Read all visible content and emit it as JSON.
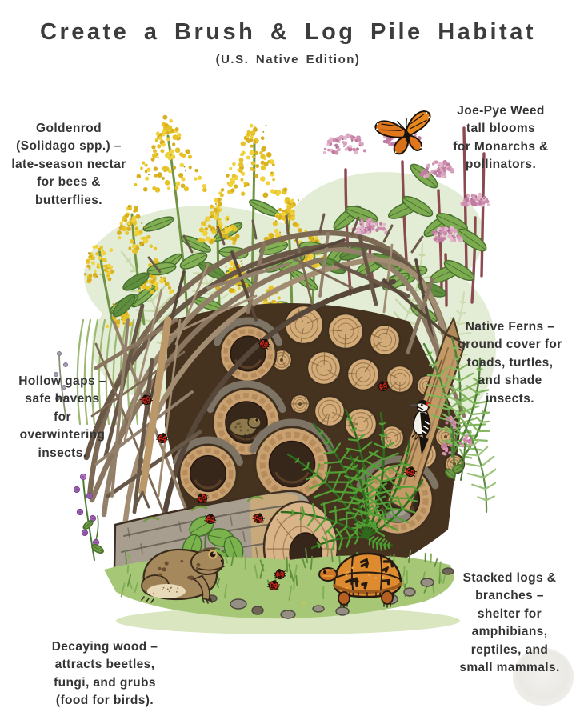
{
  "page": {
    "background": "#ffffff",
    "text_color": "#3a3a3a"
  },
  "header": {
    "title": "Create a Brush & Log Pile Habitat",
    "subtitle": "(U.S. Native Edition)"
  },
  "annotations": {
    "goldenrod": "Goldenrod\n(Solidago spp.) –\nlate-season nectar\nfor bees &\nbutterflies.",
    "joe_pye_weed": "Joe-Pye Weed\ntall blooms\nfor Monarchs &\npollinators.",
    "native_ferns": "Native Ferns –\nground cover for\ntoads, turtles,\nand shade\ninsects.",
    "hollow_gaps": "Hollow gaps –\nsafe havens\nfor\noverwintering\ninsects.",
    "stacked_logs": "Stacked logs &\nbranches –\nshelter for\namphibians,\nreptiles, and\nsmall mammals.",
    "decaying_wood": "Decaying wood –\nattracts beetles,\nfungi, and grubs\n(food for birds)."
  },
  "scene": {
    "elements": [
      {
        "name": "goldenrod-plant",
        "color": "#e6c328"
      },
      {
        "name": "joe-pye-weed-plant",
        "color": "#cd8db0"
      },
      {
        "name": "monarch-butterfly",
        "color": "#e0771c"
      },
      {
        "name": "brush-twig-dome",
        "color": "#7d6a55"
      },
      {
        "name": "stacked-log-ends",
        "color": "#d3ac7a"
      },
      {
        "name": "hollow-logs",
        "color": "#37271a"
      },
      {
        "name": "downy-woodpecker",
        "color": "#cf2b24"
      },
      {
        "name": "native-ferns",
        "color": "#52a035"
      },
      {
        "name": "american-toads",
        "color": "#a5885c"
      },
      {
        "name": "box-turtle",
        "color": "#de8a2f"
      },
      {
        "name": "ladybugs",
        "color": "#d02318"
      },
      {
        "name": "grass-ground",
        "color": "#a6c776"
      }
    ]
  }
}
